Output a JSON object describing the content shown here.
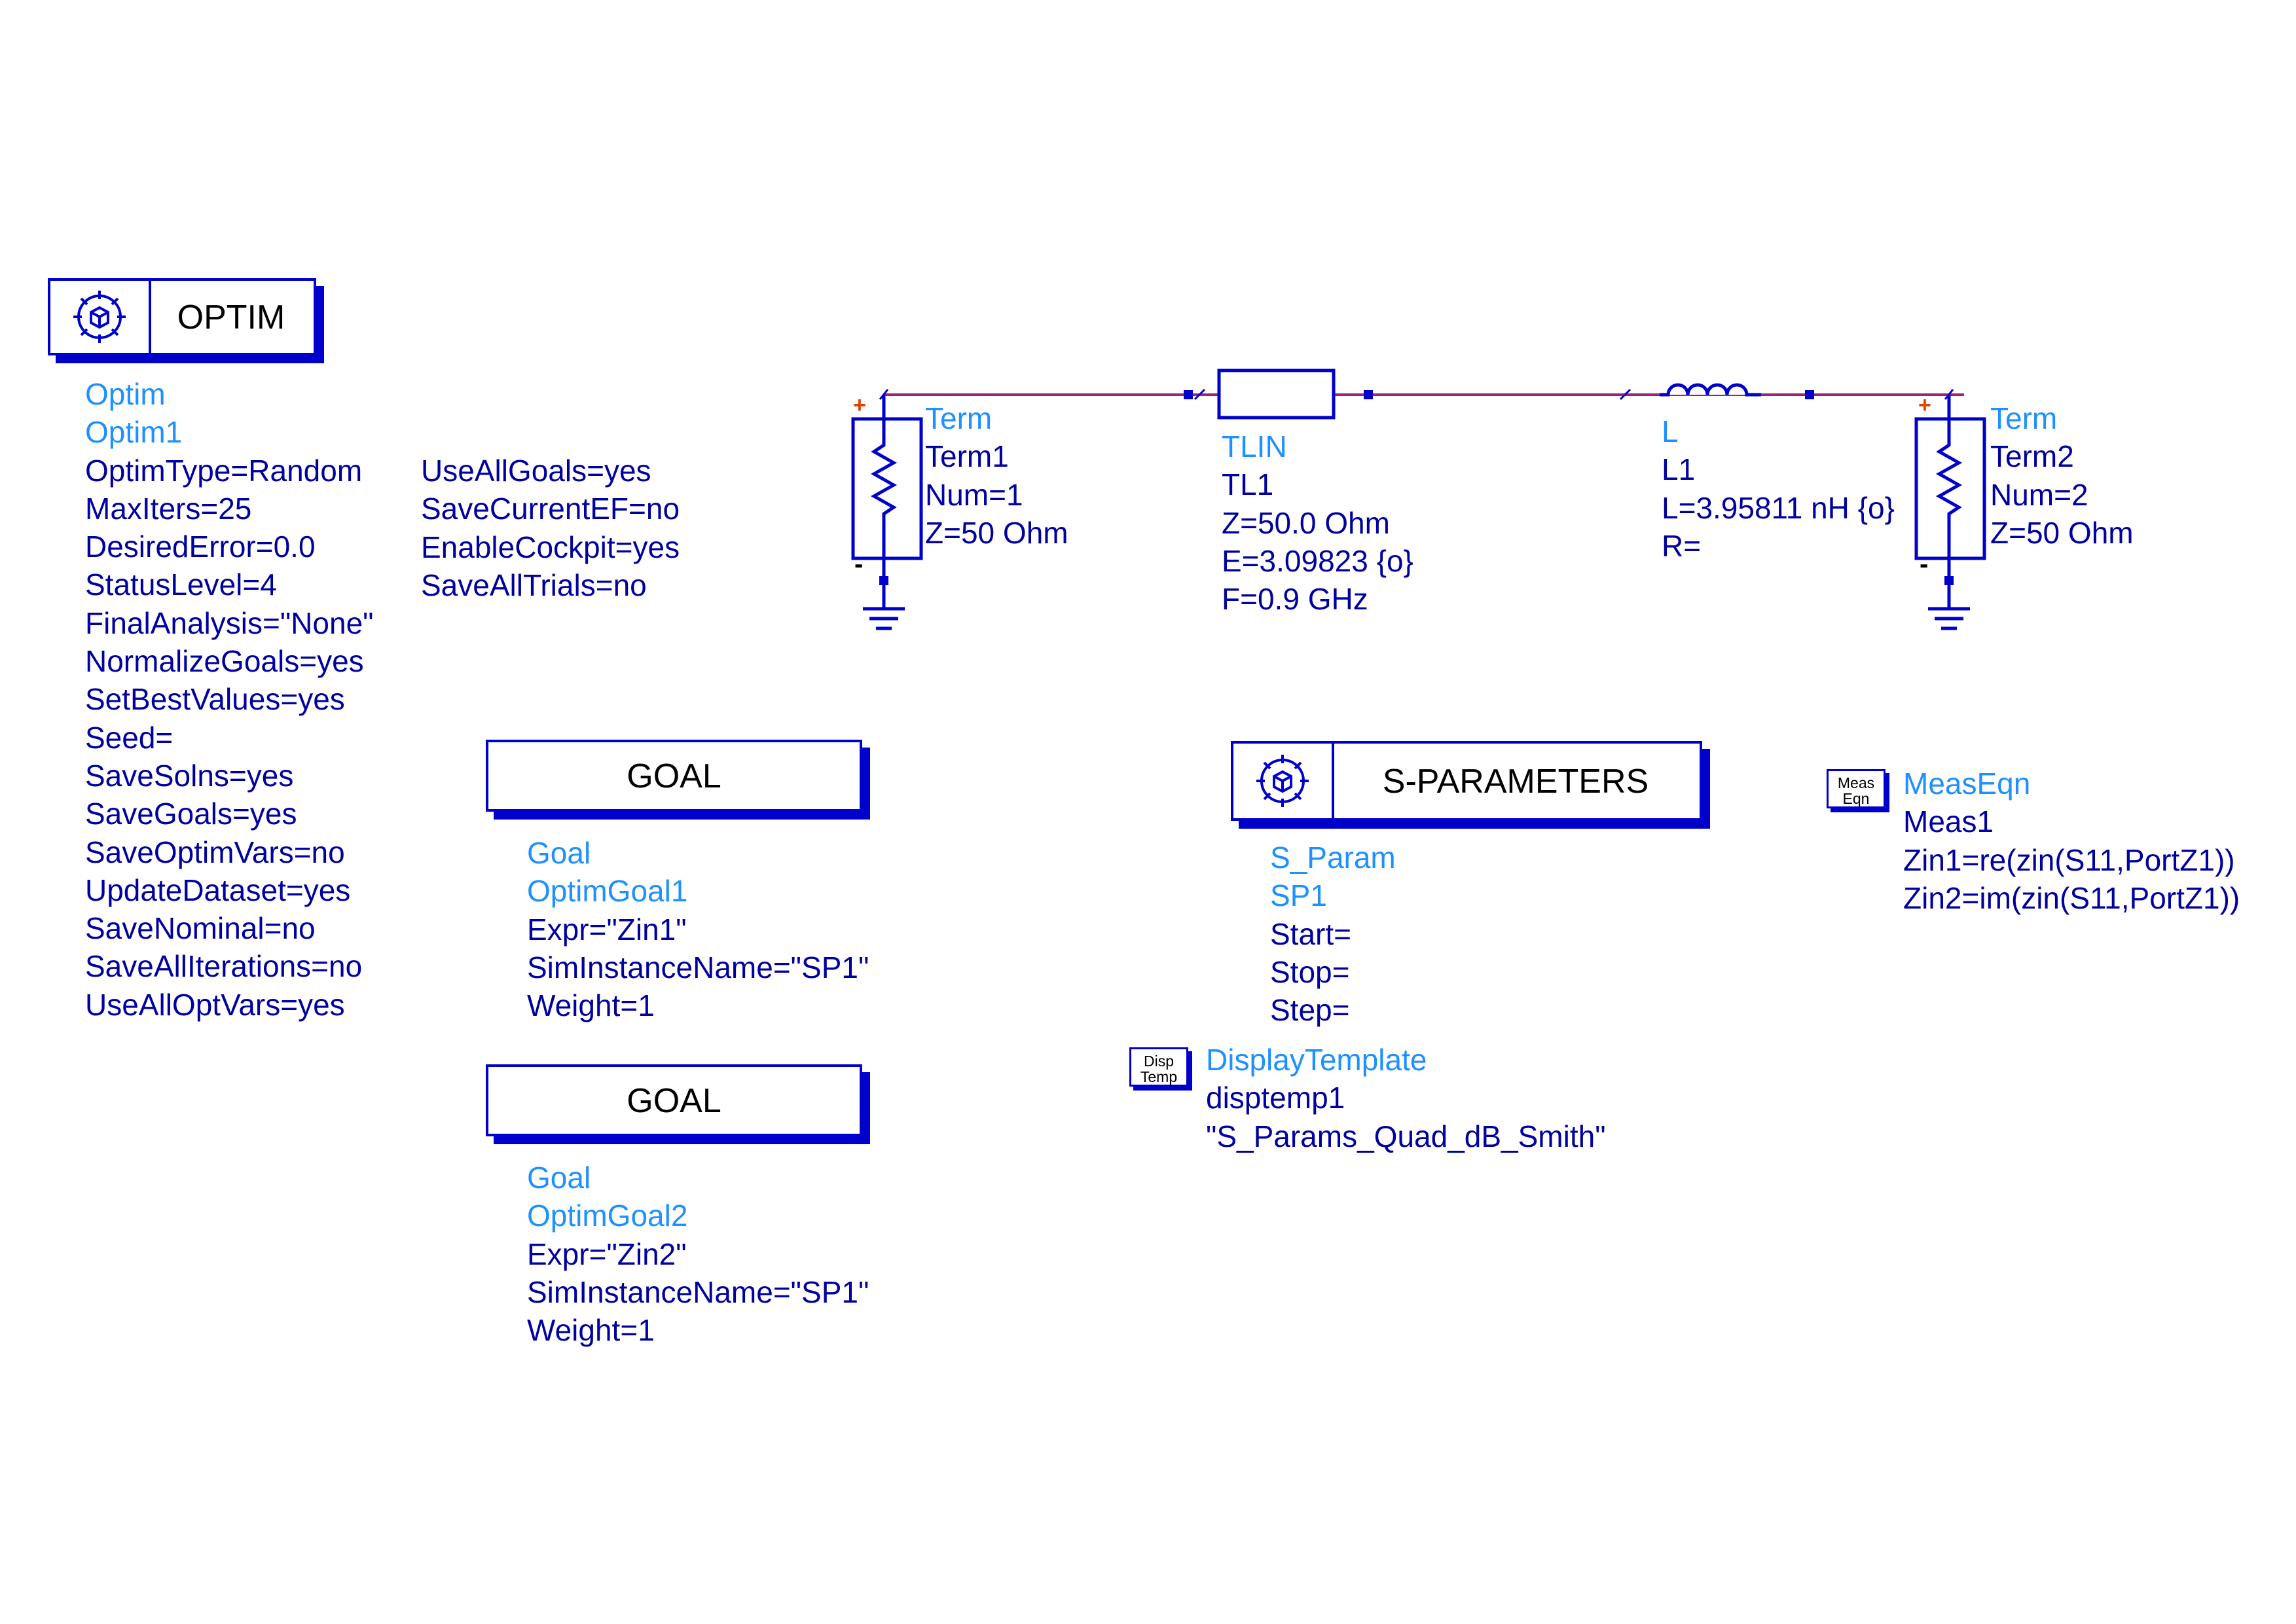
{
  "optim": {
    "title": "OPTIM",
    "icon": "gear-cube-icon",
    "params_col1": [
      "Optim",
      "Optim1",
      "OptimType=Random",
      "MaxIters=25",
      "DesiredError=0.0",
      "StatusLevel=4",
      "FinalAnalysis=\"None\"",
      "NormalizeGoals=yes",
      "SetBestValues=yes",
      "Seed=",
      "SaveSolns=yes",
      "SaveGoals=yes",
      "SaveOptimVars=no",
      "UpdateDataset=yes",
      "SaveNominal=no",
      "SaveAllIterations=no",
      "UseAllOptVars=yes"
    ],
    "params_col2": [
      "UseAllGoals=yes",
      "SaveCurrentEF=no",
      "EnableCockpit=yes",
      "SaveAllTrials=no"
    ]
  },
  "goal1": {
    "title": "GOAL",
    "params": [
      "Goal",
      "OptimGoal1",
      "Expr=\"Zin1\"",
      "SimInstanceName=\"SP1\"",
      "Weight=1"
    ]
  },
  "goal2": {
    "title": "GOAL",
    "params": [
      "Goal",
      "OptimGoal2",
      "Expr=\"Zin2\"",
      "SimInstanceName=\"SP1\"",
      "Weight=1"
    ]
  },
  "sparams": {
    "title": "S-PARAMETERS",
    "icon": "gear-cube-icon",
    "params": [
      "S_Param",
      "SP1",
      "Start=",
      "Stop=",
      "Step="
    ]
  },
  "disp": {
    "icon_line1": "Disp",
    "icon_line2": "Temp",
    "params": [
      "DisplayTemplate",
      "disptemp1",
      "\"S_Params_Quad_dB_Smith\""
    ]
  },
  "meas": {
    "icon_line1": "Meas",
    "icon_line2": "Eqn",
    "params": [
      "MeasEqn",
      "Meas1",
      "Zin1=re(zin(S11,PortZ1))",
      "Zin2=im(zin(S11,PortZ1))"
    ]
  },
  "term1": {
    "params": [
      "Term",
      "Term1",
      "Num=1",
      "Z=50 Ohm"
    ],
    "plus": "+",
    "minus": "-"
  },
  "term2": {
    "params": [
      "Term",
      "Term2",
      "Num=2",
      "Z=50 Ohm"
    ],
    "plus": "+",
    "minus": "-"
  },
  "tlin": {
    "params": [
      "TLIN",
      "TL1",
      "Z=50.0 Ohm",
      "E=3.09823 {o}",
      "F=0.9 GHz"
    ]
  },
  "inductor": {
    "params": [
      "L",
      "L1",
      "L=3.95811 nH {o}",
      "R="
    ]
  },
  "colors": {
    "wire": "#a0207a",
    "component": "#0000cc",
    "label_light": "#1e90ff",
    "label_dark": "#0000a0",
    "plus": "#e04000"
  }
}
